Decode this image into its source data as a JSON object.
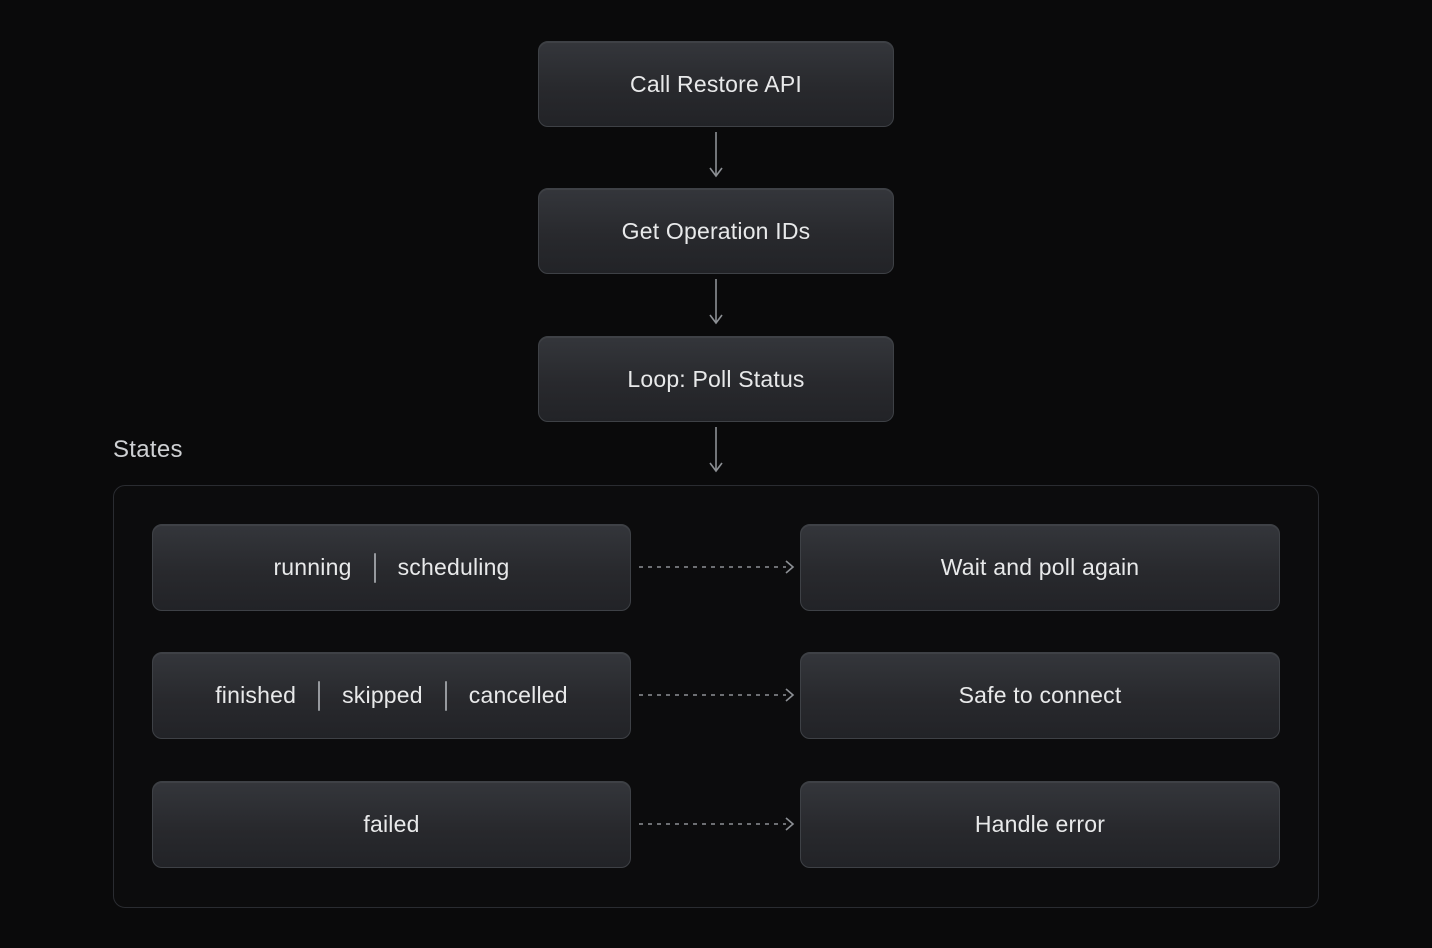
{
  "flow": {
    "nodes": [
      {
        "id": "call-restore-api",
        "label": "Call Restore API"
      },
      {
        "id": "get-operation-ids",
        "label": "Get Operation IDs"
      },
      {
        "id": "loop-poll-status",
        "label": "Loop: Poll Status"
      }
    ]
  },
  "states_section": {
    "title": "States",
    "rows": [
      {
        "states": [
          "running",
          "scheduling"
        ],
        "action": "Wait and poll again"
      },
      {
        "states": [
          "finished",
          "skipped",
          "cancelled"
        ],
        "action": "Safe to connect"
      },
      {
        "states": [
          "failed"
        ],
        "action": "Handle error"
      }
    ]
  },
  "colors": {
    "background": "#0a0a0b",
    "node_gradient_top": "#34363b",
    "node_gradient_bottom": "#222327",
    "node_border": "#3e4146",
    "container_border": "#2a2c31",
    "node_text": "#e8e9ea",
    "title_text": "#ced0d3",
    "arrow": "#8d9095",
    "state_divider": "#96999e"
  }
}
